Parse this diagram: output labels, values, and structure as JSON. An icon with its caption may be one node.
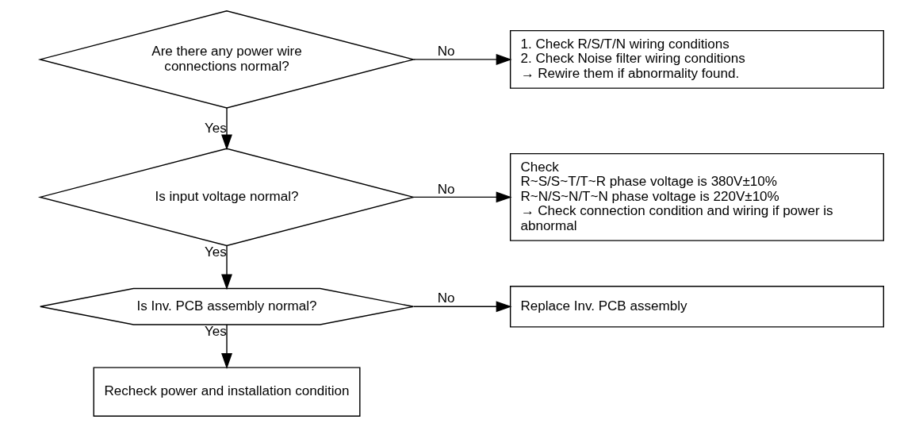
{
  "diagram": {
    "nodes": [
      {
        "text": [
          "Are there any power wire connections normal?"
        ]
      },
      {
        "text": [
          "1. Check R/S/T/N wiring conditions",
          "2. Check Noise filter wiring conditions",
          "→ Rewire them if abnormality found."
        ]
      },
      {
        "text": [
          "Is input voltage normal?"
        ]
      },
      {
        "text": [
          "Check",
          "R~S/S~T/T~R phase voltage is 380V±10%",
          "R~N/S~N/T~N phase voltage is 220V±10%",
          "→ Check connection condition and wiring if power is abnormal"
        ]
      },
      {
        "text": [
          "Is Inv. PCB assembly normal?"
        ]
      },
      {
        "text": [
          "Replace Inv. PCB assembly"
        ]
      },
      {
        "text": [
          "Recheck power and installation condition"
        ]
      }
    ],
    "edges": [
      {
        "from": 0,
        "to": 1,
        "arrow": "to",
        "label": "No"
      },
      {
        "from": 0,
        "to": 2,
        "arrow": "to",
        "label": "Yes"
      },
      {
        "from": 2,
        "to": 3,
        "arrow": "to",
        "label": "No"
      },
      {
        "from": 2,
        "to": 4,
        "arrow": "to",
        "label": "Yes"
      },
      {
        "from": 4,
        "to": 5,
        "arrow": "to",
        "label": "No"
      },
      {
        "from": 4,
        "to": 6,
        "arrow": "to",
        "label": "Yes"
      }
    ]
  }
}
